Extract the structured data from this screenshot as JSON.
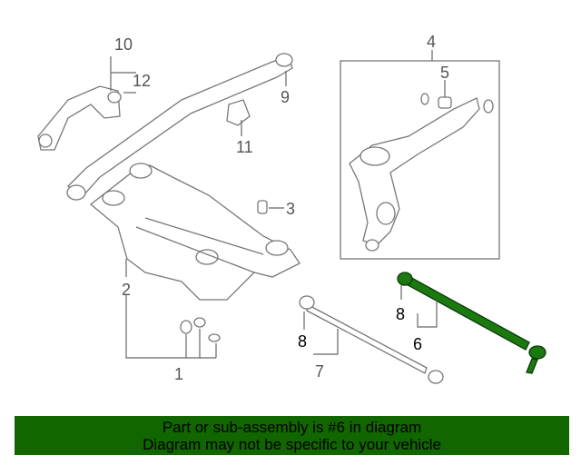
{
  "callouts": {
    "c1": "1",
    "c2": "2",
    "c3": "3",
    "c4": "4",
    "c5": "5",
    "c6": "6",
    "c7": "7",
    "c8a": "8",
    "c8b": "8",
    "c9": "9",
    "c10": "10",
    "c11": "11",
    "c12": "12"
  },
  "banner": {
    "line1": "Part or sub-assembly is #6 in diagram",
    "line2": "Diagram may not be specific to your vehicle"
  },
  "colors": {
    "highlight": "#1a7a10",
    "banner": "#116600"
  }
}
